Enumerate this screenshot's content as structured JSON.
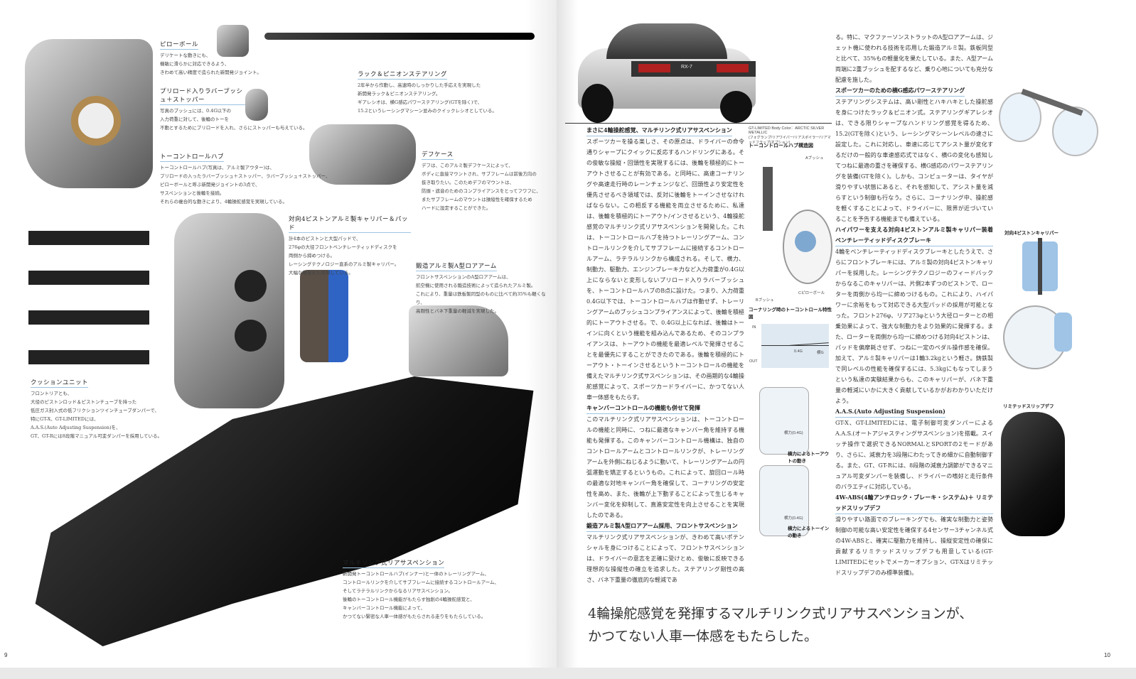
{
  "left_page": {
    "page_number": "9",
    "captions": [
      {
        "title": "ピローボール",
        "body": "デリケートな動きにも、\n機敏に滑らかに対応できるよう、\nきわめて高い精度で造られた新開発ジョイント。"
      },
      {
        "title": "プリロード入りラバーブッシュ＋ストッパー",
        "body": "写真のブッシュには、0.4G以下の\n入力荷重に対して、後輪のトーを\n不動とするためにプリロードを入れ、さらにストッパーも与えている。"
      },
      {
        "title": "トーコントロールハブ",
        "body": "トーコントロールハブ(写真は、アルミ製アウター)は、\nプリロードの入ったラバーブッシュ＋ストッパー、ラバーブッシュ＋ストッパー、\nピローボールと呼ぶ新開発ジョイントの3点で、\nサスペンションと後輪を接続。\nそれらの複合的な動きにより、4輪操舵感覚を実現している。"
      },
      {
        "title": "ラック＆ピニオンステアリング",
        "body": "2年半から作動し、高速時のしっかりした手応えを実現した\n新開発ラック＆ピニオンステアリング。\nギアレシオは、横G感応パワーステアリング(GTを除く)で、\n15.2というレーシングマシーン並みのクイックレシオとしている。"
      },
      {
        "title": "デフケース",
        "body": "デフは、このアルミ製デフケースによって、\nボディに直接マウントされ、サブフレームは前後方向の\n抜き取りたい。このためデフのマウントは、\n防振・遮音のためのコンプライアンスをとってフワフに、\nまたサブフレームのマウントは操縦性を確保するため\nハードに設定することができた。"
      },
      {
        "title": "対向4ピストンアルミ製キャリパー＆パッド",
        "body": "計4本のピストンと大型パッドで、\n276φの大径フロントベンチレーティッドディスクを\n両側から締めつける。\nレーシングテクノロジー直系のアルミ製キャリパー。\n大幅な軽量化も実現している。"
      },
      {
        "title": "鍛造アルミ製A型ロアアーム",
        "body": "フロントサスペンションのA型ロアアームは、\n航空機に使用される鍛造技術によって造られたアルミ製。\nこれにより、重量は鉄板製同型のものに比べて約35%も軽くなり、\n高剛性とバネ下重量の軽減を実現した。"
      },
      {
        "title": "クッションユニット",
        "body": "フロントリアとも、\n大径のピストンロッド＆ピストンチューブを持った\n低圧ガス封入式の低フリクションツインチューブダンパーで、\n特にGT-X、GT-LIMITEDには、\nA.A.S.(Auto Adjusting Suspension)を、\nGT、GT-Rには8段階マニュアル可変ダンパーを採用している。"
      },
      {
        "title": "マルチリンク式リアサスペンション",
        "body": "新開発トーコントロールハブ(インナー)と一体のトレーリングアーム、\nコントロールリンクを介してサブフレームに接続するコントロールアーム、\nそしてラテラルリンクからなるリアサスペンション。\n後輪のトーコントロール機能がもたらす独創の4輪操舵感覚と、\nキャンバーコントロール機能によって、\nかつてない緊密な人車一体感がもたらされる走りをもたらしている。"
      }
    ]
  },
  "right_page": {
    "page_number": "10",
    "car_badge": "RX-7",
    "photo_caption": "GT-LIMITED Body Color：ARCTIC SILVER METALLIC",
    "photo_caption_sub": "(フォグランプ/リアワイパー/リアスポイラー/リアマッドフラップ(オプション)",
    "column1": [
      {
        "h": "まさに4輪操舵感覚、マルチリンク式リアサスペンション",
        "p": "スポーツカーを操る楽しさ、その原点は、ドライバーの命令通りシャープにクイックに反応するハンドリングにある。その俊敏な操縦・回頭性を実現するには、後輪を積極的にトーアウトさせることが有効である。と同時に、高速コーナリングや高速走行時のレーンチェンジなど、回頭性より安定性を優先させるべき領域では、反対に後輪をトーインさせなければならない。この相反する機能を両立させるために、私達は、後輪を積極的にトーアウト/インさせるという、4輪操舵感覚のマルチリンク式リアサスペンションを開発した。これは、トーコントロールハブを持つトレーリングアーム、コントロールリンクを介してサブフレームに接続するコントロールアーム、ラテラルリンクから構成される。そして、横力、制動力、駆動力、エンジンブレーキ力など入力荷重が0.4G以上にならないと変形しないプリロード入りラバーブッシュを、トーコントロールハブのB点に設けた。つまり、入力荷重0.4G以下では、トーコントロールハブは作動せず、トレーリングアームのブッシュコンプライアンスによって、後輪を積極的にトーアウトさせる。で、0.4G以上になれば、後輪はトーインに向くという機能を組み込んであるため、そのコンプライアンスは、トーアウトの機能を最適レベルで発揮させることを最優先にすることができたのである。後輪を積極的にトーアウト・トーインさせるというトーコントロールの機能を備えたマルチリンク式サスペンションは、その画期的な4輪操舵感覚によって、スポーツカードライバーに、かつてない人車一体感をもたらす。"
      },
      {
        "h": "キャンバーコントロールの機能も併せて発揮",
        "p": "このマルチリンク式リアサスペンションは、トーコントロールの機能と同時に、つねに最適なキャンバー角を維持する機能も発揮する。このキャンバーコントロール機構は、独自のコントロールアームとコントロールリンクが、トレーリングアームを外側にねじるように動いて、トレーリングアームの円弧運動を矯正するというもの。これによって、旋回ロール時の最適な対地キャンバー角を確保して、コーナリングの安定性を高め、また、後輪が上下動することによって生じるキャンバー変化を抑制して、直進安定性を向上させることを実現したのである。"
      },
      {
        "h": "鍛造アルミ製A型ロアアーム採用、フロントサスペンション",
        "p": "マルチリンク式リアサスペンションが、きわめて高いポテンシャルを身につけることによって、フロントサスペンションは、ドライバーの意志を正確に受けとめ、俊敏に反映できる理想的な操縦性の確立を追求した。ステアリング剛性の高さ、バネ下重量の徹底的な軽減であ"
      }
    ],
    "column2": [
      {
        "h": "",
        "p": "る。特に、マクファーソンストラットのA型ロアアームは、ジェット機に使われる技術を応用した鍛造アルミ製。鉄板同型と比べて、35%もの軽量化を果たしている。また、A型アーム両端に2重ブッシュを配するなど、乗り心地についても充分な配慮を施した。"
      },
      {
        "h": "スポーツカーのための横G感応パワーステアリング",
        "p": "ステアリングシステムは、高い剛性とハキハキとした操舵感を身につけたラック＆ピニオン式。ステアリングギアレシオは、できる限りシャープなハンドリング感覚を得るため、15.2(GTを除く)という、レーシングマシーンレベルの速さに設定した。これに対応し、車速に応じてアシスト量が変化するだけの一般的な車速感応式ではなく、横Gの変化も感知してつねに最適の重さを確保する、横G感応のパワーステアリングを装備(GTを除く)。しかも、コンピューターは、タイヤが滑りやすい状態にあると、それを感知して、アシスト量を減らすという制御も行なう。さらに、コーナリング中、操舵感を軽くすることによって、ドライバーに、限界が近づいていることを予告する機能までも備えている。"
      },
      {
        "h": "ハイパワーを支える対向4ピストンアルミ製キャリパー装着 ベンチレーティッドディスクブレーキ",
        "p": "4輪をベンチレーティッドディスクブレーキとしたうえで、さらにフロントブレーキには、アルミ製の対向4ピストンキャリパーを採用した。レーシングテクノロジーのフィードバックからなるこのキャリパーは、片側2本ずつのピストンで、ローターを両側から均一に締めつけるもの。これにより、ハイパワーに余裕をもって対応できる大型パッドの採用が可能となった。フロント276φ、リア273φという大径ローターとの相乗効果によって、強大な制動力をより効果的に発揮する。また、ローターを両側から均一に締めつける対向4ピストンは、パッドを偏摩耗させず、つねに一定のペダル操作感を確保。加えて、アルミ製キャリパーは1輪3.2kgという軽さ。鋳鉄製で同レベルの性能を確保するには、5.3kgにもなってしまうという私達の実験結果からも、このキャリパーが、バネ下重量の軽減にいかに大きく貢献しているかがおわかりいただけよう。"
      },
      {
        "h": "A.A.S.(Auto Adjusting Suspension)",
        "p": "GT-X、GT-LIMITEDには、電子制御可変ダンパーによるA.A.S.(オートアジャスティングサスペンション)を搭載。スイッチ操作で選択できるNORMALとSPORTの2モードがあり、さらに、減衰力を3段階にわたってきめ細かに自動制御する。また、GT、GT-Rには、8段階の減衰力調節ができるマニュアル可変ダンパーを装備し、ドライバーの嗜好と走行条件のバラエティに対応している。"
      },
      {
        "h": "4W-ABS(4輪アンチロック・ブレーキ・システム)＋ リミテッドスリップデフ",
        "p": "滑りやすい路面でのブレーキングでも、確実な制動力と姿勢制御の可能な高い安定性を確保する4センサー3チャンネル式の4W-ABSと、確実に駆動力を維持し、操縦安定性の確保に貢献するリミテッドスリップデフも用意している(GT-LIMITEDにセットでメーカーオプション、GT-Xはリミテッドスリップデフのみ標準装備)。"
      }
    ],
    "diagrams": {
      "hub_title": "トーコントロールハブ構造図",
      "hub_labels": [
        "Aブッシュ",
        "Bブッシュ",
        "Cピローボール"
      ],
      "chart_title": "コーナリング時のトーコントロール特性図",
      "chart_labels": [
        "IN",
        "OUT",
        "0.4G",
        "横G"
      ],
      "toe_out_label": "横力によるトーアウトの動き",
      "toe_in_label": "横力によるトーインの動き",
      "force_label": "横力(0.4G)",
      "caliper_label": "対向4ピストンキャリパー",
      "lsd_label": "リミテッドスリップデフ"
    },
    "headline": [
      "4輪操舵感覚を発揮するマルチリンク式リアサスペンションが、",
      "かつてない人車一体感をもたらした。"
    ]
  }
}
